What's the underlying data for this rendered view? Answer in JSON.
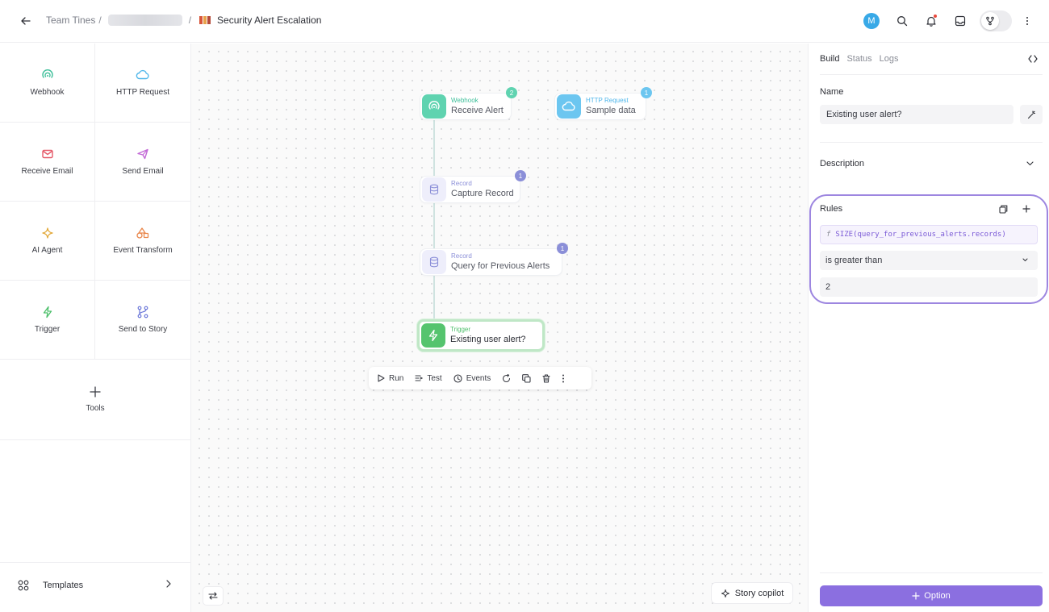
{
  "header": {
    "back_label": "←",
    "team": "Team Tines",
    "sep1": "/",
    "sep2": "/",
    "story_title": "Security Alert Escalation",
    "avatar_initial": "M"
  },
  "palette": {
    "items": [
      {
        "label": "Webhook",
        "icon": "webhook-icon",
        "color": "#3ebf9a"
      },
      {
        "label": "HTTP Request",
        "icon": "cloud-icon",
        "color": "#4fb6ea"
      },
      {
        "label": "Receive Email",
        "icon": "mail-icon",
        "color": "#e55a6a"
      },
      {
        "label": "Send Email",
        "icon": "paper-plane-icon",
        "color": "#c36ad6"
      },
      {
        "label": "AI Agent",
        "icon": "sparkle-icon",
        "color": "#e2a93a"
      },
      {
        "label": "Event Transform",
        "icon": "shapes-icon",
        "color": "#e9874c"
      },
      {
        "label": "Trigger",
        "icon": "lightning-icon",
        "color": "#4cbf6a"
      },
      {
        "label": "Send to Story",
        "icon": "branch-icon",
        "color": "#6b77d9"
      }
    ],
    "tools_label": "Tools",
    "templates_label": "Templates"
  },
  "canvas": {
    "nodes": [
      {
        "type": "Webhook",
        "name": "Receive Alert",
        "badge": "2"
      },
      {
        "type": "HTTP Request",
        "name": "Sample data",
        "badge": "1"
      },
      {
        "type": "Record",
        "name": "Capture Record",
        "badge": "1"
      },
      {
        "type": "Record",
        "name": "Query for Previous Alerts",
        "badge": "1"
      },
      {
        "type": "Trigger",
        "name": "Existing user alert?"
      }
    ],
    "actions": {
      "run": "Run",
      "test": "Test",
      "events": "Events"
    },
    "copilot_label": "Story copilot"
  },
  "panel": {
    "tabs": {
      "build": "Build",
      "status": "Status",
      "logs": "Logs"
    },
    "name_label": "Name",
    "name_value": "Existing user alert?",
    "description_label": "Description",
    "rules_label": "Rules",
    "rule_fx": "f",
    "rule_expression": "SIZE(query_for_previous_alerts.records)",
    "rule_operator": "is greater than",
    "rule_value": "2",
    "option_button": "Option"
  },
  "colors": {
    "accent": "#8b6fe0",
    "webhook": "#5fd3b0",
    "http": "#6cc6f0",
    "record": "#eeeefb",
    "trigger": "#55c46e"
  }
}
